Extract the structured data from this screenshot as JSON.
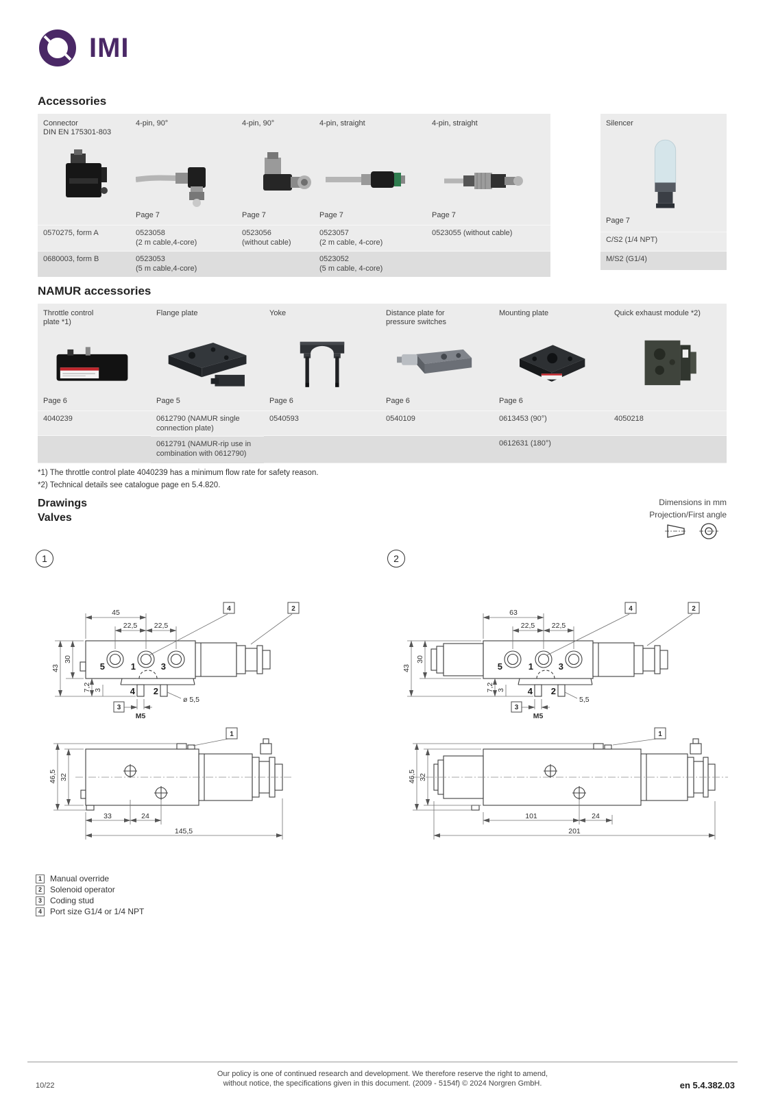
{
  "brand": {
    "name": "IMI"
  },
  "accessories": {
    "title": "Accessories",
    "columns": [
      {
        "header": "Connector\nDIN EN 175301-803",
        "page": "",
        "row1": "0570275, form A",
        "row2": "0680003, form B"
      },
      {
        "header": "4-pin, 90°",
        "page": "Page 7",
        "row1": "0523058\n(2 m cable,4-core)",
        "row2": "0523053\n(5 m cable,4-core)"
      },
      {
        "header": "4-pin, 90°",
        "page": "Page 7",
        "row1": "0523056\n(without cable)",
        "row2": ""
      },
      {
        "header": "4-pin, straight",
        "page": "Page 7",
        "row1": "0523057\n(2 m cable, 4-core)",
        "row2": "0523052\n(5 m cable, 4-core)"
      },
      {
        "header": "4-pin, straight",
        "page": "Page 7",
        "row1": "0523055 (without cable)",
        "row2": ""
      }
    ],
    "silencer": {
      "header": "Silencer",
      "page": "Page 7",
      "row1": "C/S2 (1/4 NPT)",
      "row2": "M/S2 (G1/4)"
    }
  },
  "namur": {
    "title": "NAMUR accessories",
    "columns": [
      {
        "header": "Throttle control\nplate *1)",
        "page": "Page 6",
        "row1": "4040239",
        "row2": ""
      },
      {
        "header": "Flange plate",
        "page": "Page 5",
        "row1": "0612790 (NAMUR single\nconnection plate)",
        "row2": "0612791 (NAMUR-rip use in\ncombination with 0612790)"
      },
      {
        "header": "Yoke",
        "page": "Page 6",
        "row1": "0540593",
        "row2": ""
      },
      {
        "header": "Distance plate for\npressure switches",
        "page": "Page 6",
        "row1": "0540109",
        "row2": ""
      },
      {
        "header": "Mounting plate",
        "page": "Page 6",
        "row1": "0613453 (90°)",
        "row2": "0612631 (180°)"
      },
      {
        "header": "Quick exhaust module *2)",
        "page": "",
        "row1": "4050218",
        "row2": ""
      }
    ]
  },
  "footnotes": {
    "n1": "*1) The throttle control plate 4040239 has a minimum flow rate for safety reason.",
    "n2": "*2) Technical details see catalogue page en 5.4.820."
  },
  "drawings": {
    "title": "Drawings",
    "subtitle": "Valves",
    "dim_note": "Dimensions in mm",
    "projection_note": "Projection/First angle",
    "d1": {
      "number": "1",
      "w45": "45",
      "p1": "22,5",
      "p2": "22,5",
      "h30": "30",
      "h43": "43",
      "h72": "7,2",
      "h3": "3",
      "hole": "ø 5,5",
      "thread": "M5",
      "port5": "5",
      "port1": "1",
      "port3": "3",
      "port4": "4",
      "port2": "2",
      "c1": "1",
      "c2": "2",
      "c3": "3",
      "c4": "4",
      "h465": "46,5",
      "h32": "32",
      "w33": "33",
      "w24": "24",
      "wtotal": "145,5"
    },
    "d2": {
      "number": "2",
      "w63": "63",
      "p1": "22,5",
      "p2": "22,5",
      "h30": "30",
      "h43": "43",
      "h72": "7,2",
      "h3": "3",
      "hole": "5,5",
      "thread": "M5",
      "port5": "5",
      "port1": "1",
      "port3": "3",
      "port4": "4",
      "port2": "2",
      "c1": "1",
      "c2": "2",
      "c3": "3",
      "c4": "4",
      "h465": "46,5",
      "h32": "32",
      "w101": "101",
      "w24": "24",
      "wtotal": "201"
    }
  },
  "legend": {
    "items": [
      {
        "key": "1",
        "label": "Manual override"
      },
      {
        "key": "2",
        "label": "Solenoid operator"
      },
      {
        "key": "3",
        "label": "Coding stud"
      },
      {
        "key": "4",
        "label": "Port size G1/4 or 1/4 NPT"
      }
    ]
  },
  "footer": {
    "page": "10/22",
    "policy1": "Our policy is one of continued research and development. We therefore reserve the right to amend,",
    "policy2": "without notice, the specifications given in this document. (2009 - 5154f) © 2024 Norgren GmbH.",
    "doc": "en 5.4.382.03"
  }
}
